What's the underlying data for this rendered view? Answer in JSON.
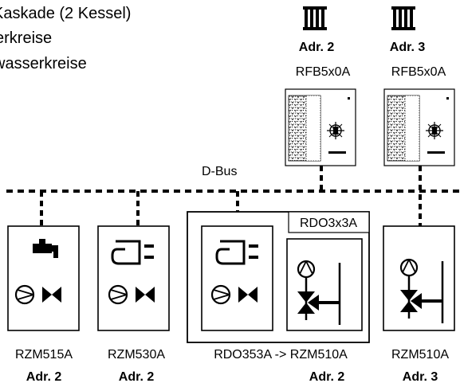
{
  "intro_lines": [
    "Kaskade (2 Kessel)",
    "erkreise",
    "wasserkreise"
  ],
  "bus_label": "D-Bus",
  "room_units": [
    {
      "address": "Adr. 2",
      "model": "RFB5x0A"
    },
    {
      "address": "Adr. 3",
      "model": "RFB5x0A"
    }
  ],
  "extension_label": "RDO3x3A",
  "controllers": [
    {
      "model": "RZM515A",
      "address": "Adr. 2"
    },
    {
      "model": "RZM530A",
      "address": "Adr. 2"
    },
    {
      "model": "RDO353A -> RZM510A",
      "address": "Adr. 2"
    },
    {
      "model": "RZM510A",
      "address": "Adr. 3"
    }
  ]
}
